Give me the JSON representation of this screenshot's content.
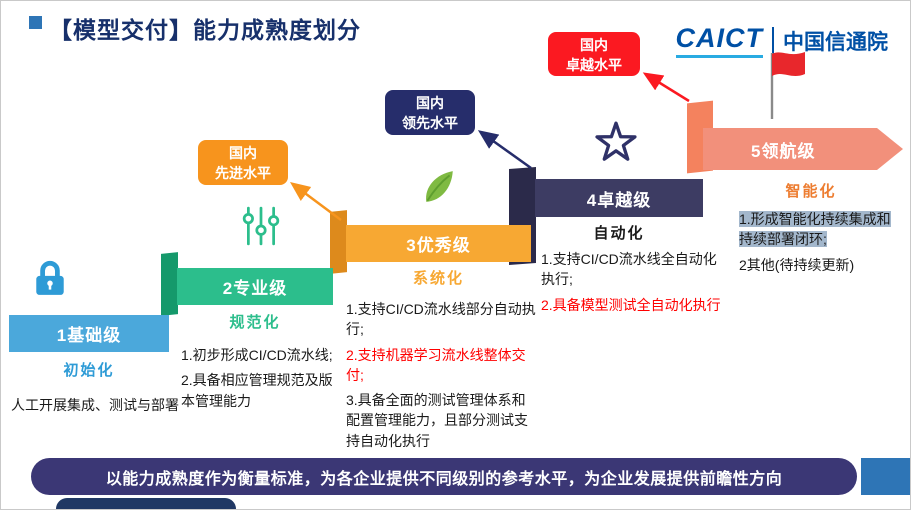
{
  "header": {
    "title": "【模型交付】能力成熟度划分",
    "logo": {
      "name": "CAICT",
      "cn": "中国信通院"
    }
  },
  "badges": {
    "advanced": {
      "line1": "国内",
      "line2": "先进水平"
    },
    "leading": {
      "line1": "国内",
      "line2": "领先水平"
    },
    "excellent": {
      "line1": "国内",
      "line2": "卓越水平"
    }
  },
  "levels": [
    {
      "name": "1基础级",
      "keyword": "初始化",
      "items": [
        "人工开展集成、测试与部署"
      ]
    },
    {
      "name": "2专业级",
      "keyword": "规范化",
      "items": [
        "1.初步形成CI/CD流水线;",
        "2.具备相应管理规范及版本管理能力"
      ]
    },
    {
      "name": "3优秀级",
      "keyword": "系统化",
      "items": [
        "1.支持CI/CD流水线部分自动执行;",
        "2.支持机器学习流水线整体交付;",
        "3.具备全面的测试管理体系和配置管理能力，且部分测试支持自动化执行"
      ]
    },
    {
      "name": "4卓越级",
      "keyword": "自动化",
      "items": [
        "1.支持CI/CD流水线全自动化执行;",
        "2.具备模型测试全自动化执行"
      ]
    },
    {
      "name": "5领航级",
      "keyword": "智能化",
      "items": [
        "1.形成智能化持续集成和持续部署闭环;",
        "2其他(待持续更新)"
      ]
    }
  ],
  "footer": {
    "banner": "以能力成熟度作为衡量标准，为各企业提供不同级别的参考水平，为企业发展提供前瞻性方向"
  },
  "colors": {
    "title": "#17306B",
    "level1": "#4BA8DB",
    "level2": "#2CBE8C",
    "level3": "#F7A833",
    "level4": "#3D3C63",
    "level5": "#F2907B",
    "badge_advanced": "#F7941D",
    "badge_leading": "#262D6B",
    "badge_excellent": "#FB1921",
    "banner": "#3B3775",
    "accent_blue": "#2E75B6",
    "highlight_text": "#FF0000"
  }
}
